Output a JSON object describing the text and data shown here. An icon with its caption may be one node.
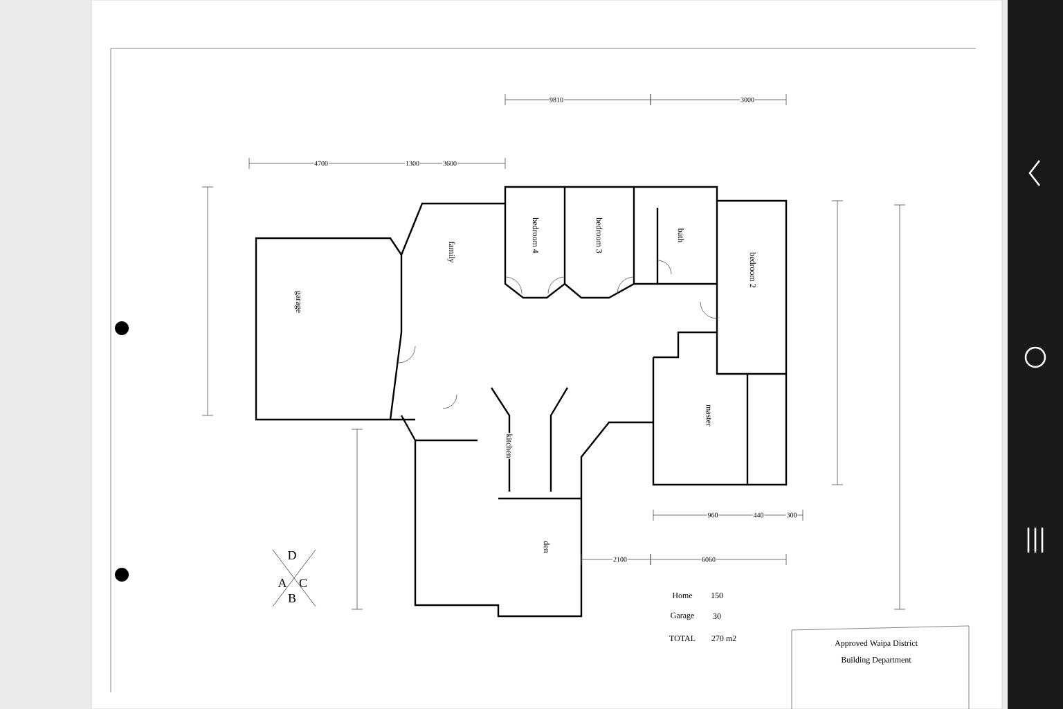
{
  "diagram": {
    "labels": [
      "4700",
      "1300",
      "3600",
      "9810",
      "3000",
      "bedroom 4",
      "bedroom 3",
      "bath",
      "bedroom 2",
      "garage",
      "family",
      "kitchen",
      "master",
      "den",
      "960",
      "440",
      "300",
      "2100",
      "6060",
      "D",
      "A",
      "C",
      "B",
      "Home",
      "150",
      "Garage",
      "30",
      "TOTAL",
      "270 m2",
      "Approved Waipa District",
      "Building Department"
    ]
  }
}
